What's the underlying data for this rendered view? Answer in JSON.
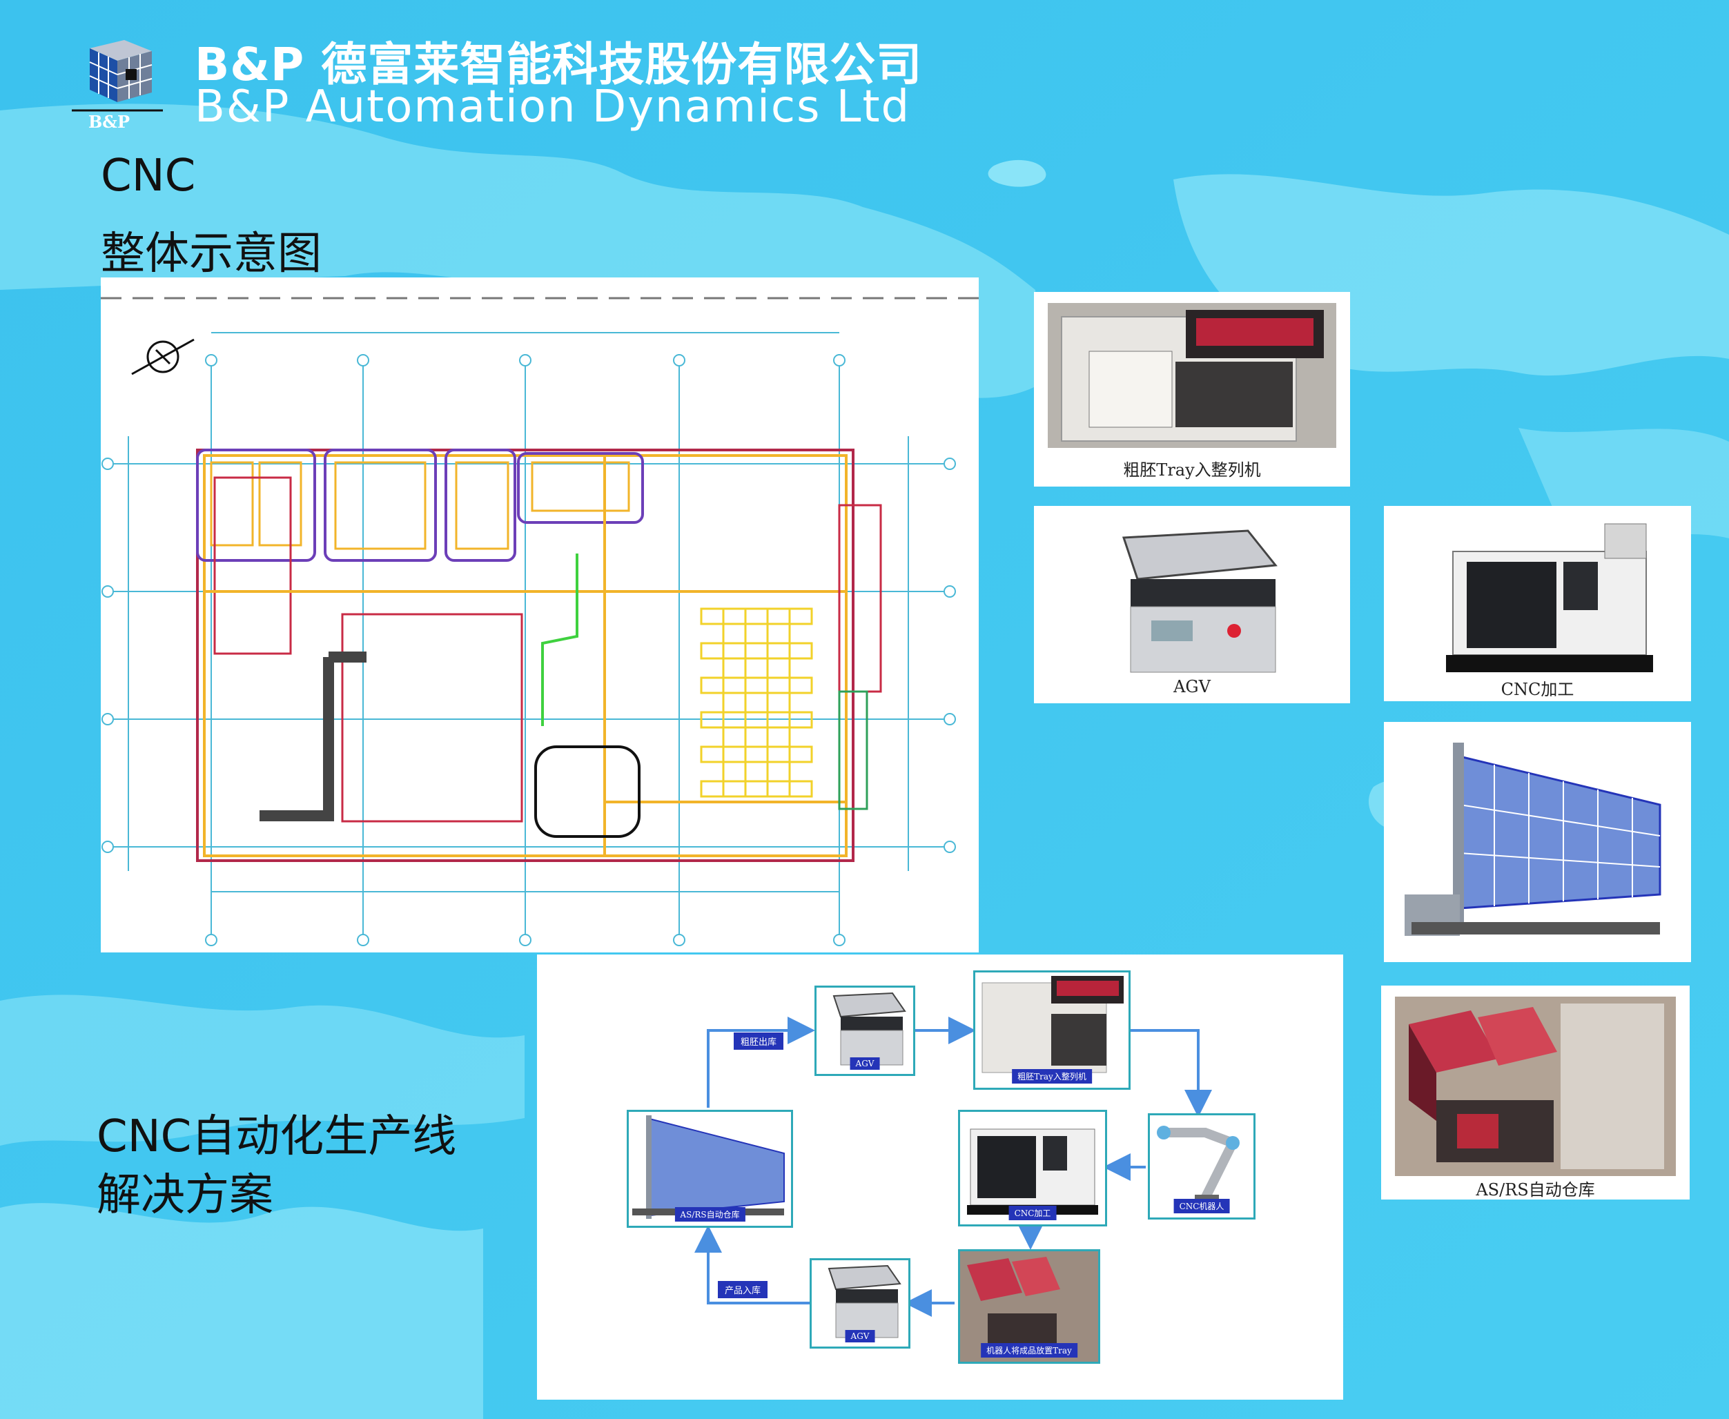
{
  "company": {
    "name_cn": "B&P 德富莱智能科技股份有限公司",
    "name_en": "B&P Automation Dynamics Ltd",
    "logo_text": "B&P"
  },
  "section1": {
    "title_line1": "CNC",
    "title_line2": "整体示意图"
  },
  "section2": {
    "title_line1": "CNC自动化生产线",
    "title_line2": "解决方案"
  },
  "photos": [
    {
      "caption": "粗胚Tray入整列机",
      "icon": "tray-aligner-machine"
    },
    {
      "caption": "AGV",
      "icon": "agv-vehicle"
    },
    {
      "caption": "CNC加工",
      "icon": "cnc-machine"
    },
    {
      "caption": "",
      "icon": "asrs-rack"
    },
    {
      "caption": "AS/RS自动仓库",
      "icon": "tray-storage"
    }
  ],
  "flow": {
    "nodes": {
      "asrs": "AS/RS自动仓库",
      "agv_top": "AGV",
      "tray_aligner": "粗胚Tray入整列机",
      "robot": "CNC机器人",
      "cnc": "CNC加工",
      "robot_tray": "机器人将成品放置Tray",
      "agv_bottom": "AGV"
    },
    "tags": {
      "out": "粗胚出库",
      "in": "产品入库"
    }
  },
  "colors": {
    "background": "#3fc6ee",
    "accent_blue": "#2434b8",
    "arrow": "#4a8fe0"
  }
}
